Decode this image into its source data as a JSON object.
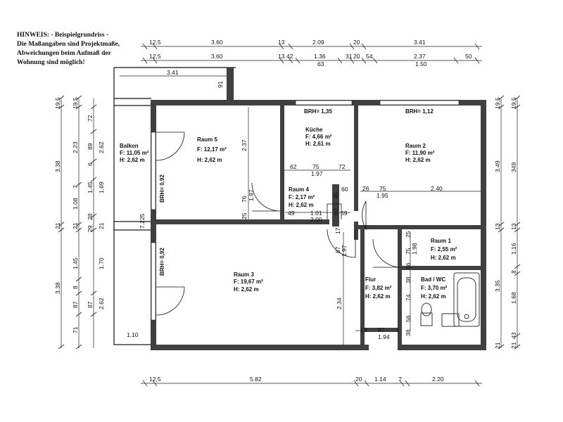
{
  "note": {
    "lines": [
      "HINWEIS: - Beispielgrundriss -",
      "Die Maßangaben sind Projektmaße,",
      "Abweichungen beim Aufmaß der",
      "Wohnung sind möglich!"
    ]
  },
  "rooms": {
    "balkon": {
      "name": "Balkon",
      "area": "F: 11,05 m²",
      "height": "H: 2,62 m"
    },
    "raum5": {
      "name": "Raum 5",
      "area": "F: 12,17 m²",
      "height": "H: 2,62 m"
    },
    "kueche": {
      "name": "Küche",
      "area": "F: 4,66 m²",
      "height": "H: 2,61 m"
    },
    "raum2": {
      "name": "Raum 2",
      "area": "F: 11,90 m²",
      "height": "H: 2,62 m"
    },
    "raum4": {
      "name": "Raum 4",
      "area": "F:  2,17 m²",
      "height": "H: 2,62 m"
    },
    "raum1": {
      "name": "Raum 1",
      "area": "F: 2,55 m²",
      "height": "H: 2,62 m"
    },
    "raum3": {
      "name": "Raum 3",
      "area": "F: 19,67 m²",
      "height": "H: 2,62 m"
    },
    "flur": {
      "name": "Flur",
      "area": "F: 3,82 m²",
      "height": "H: 2,62 m"
    },
    "bad": {
      "name": "Bad / WC",
      "area": "F: 3,70 m²",
      "height": "H: 2,62 m"
    }
  },
  "brh": {
    "kueche": "BRH= 1,35",
    "raum2": "BRH= 1,12",
    "raum5": "BRH= 0,92",
    "raum3": "BRH= 0,92"
  },
  "dims": {
    "top1": [
      "12,5",
      "3.60",
      "13",
      "2.09",
      "20",
      "3.41"
    ],
    "top2": [
      "12,5",
      "3.60",
      "13",
      "42",
      "1.36",
      "31",
      "20",
      "54",
      "2.37",
      "50"
    ],
    "top2_sub": [
      "63",
      "1.50"
    ],
    "balcony_width": "3.41",
    "balcony_depth": "91",
    "bottom": [
      "12,5",
      "5.82",
      "20",
      "1.14",
      "7",
      "2.20"
    ],
    "left_outer": [
      "19,5",
      "3.38",
      "21",
      "3.38"
    ],
    "left_mid": [
      "19,5",
      "2.23",
      "7",
      "1.08",
      "21",
      "1.45",
      "8",
      "87",
      "71"
    ],
    "left_inner": [
      "72",
      "89",
      "6",
      "1.45",
      "28",
      "29",
      "87"
    ],
    "left_inner2": [
      "2.62",
      "1.69",
      "21",
      "1.70",
      "2.62"
    ],
    "left_misc": [
      "7.225",
      "1.10"
    ],
    "right_outer": [
      "19,5",
      "3.49",
      "13",
      "3.35",
      "21"
    ],
    "right_mid": [
      "19,5",
      "349",
      "13",
      "1.16",
      "8",
      "1.68",
      "21",
      "43"
    ],
    "inner": {
      "r5_height": "2.37",
      "r5_76": "76",
      "r5_25": "25",
      "r5_197": "1.97",
      "kue_62": "62",
      "kue_75": "75",
      "kue_72": "72",
      "kue_197": "1.97",
      "r4_60": "60",
      "r4_49": "49",
      "r4_101": "1.01",
      "r4_59": "59",
      "r4_200": "2.00",
      "r4_45": "45",
      "r4_60b": "60",
      "r4_26": "26",
      "r2_26": "26",
      "r2_75": "75",
      "r2_195": "1.95",
      "r2_240": "2.40",
      "fl_17": "17",
      "fl_87": "87",
      "fl_197": "1.97",
      "fl_234": "2.34",
      "fl_19": "19",
      "fl_87b": "87",
      "fl_6": "6",
      "fl_194": "1.94",
      "r1_25": "25",
      "r1_75": "75",
      "r1_198": "1.98",
      "r1_16": "16",
      "r1_38": "38",
      "bad_74": "74",
      "bad_56": "56",
      "bad_38": "38"
    }
  }
}
